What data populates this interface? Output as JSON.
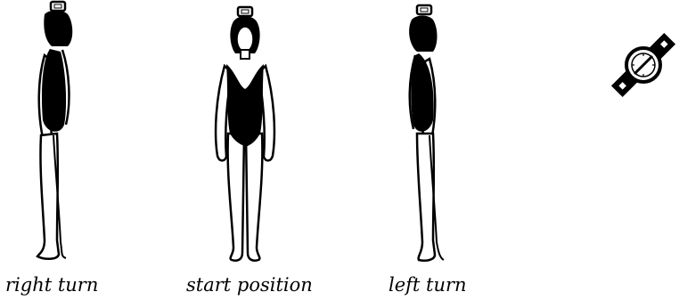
{
  "figures": [
    {
      "id": "right-turn",
      "caption": "right turn"
    },
    {
      "id": "start-position",
      "caption": "start position"
    },
    {
      "id": "left-turn",
      "caption": "left turn"
    }
  ],
  "colors": {
    "ink": "#000000",
    "background": "#ffffff"
  },
  "icons": {
    "head_weight": "head-weight-icon",
    "wrist_device": "wrist-device-icon"
  }
}
